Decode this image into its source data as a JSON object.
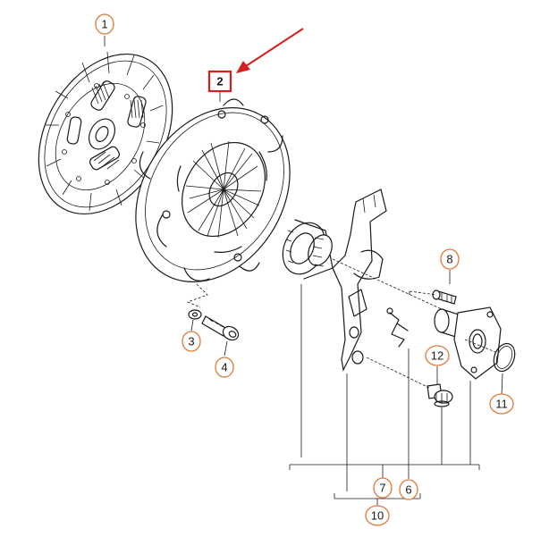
{
  "colors": {
    "callout_ring": "#e07a3c",
    "highlight_box": "#d61f1f",
    "arrow": "#d61f1f",
    "ink": "#1a1a1a"
  },
  "highlighted_part": "2",
  "callouts": [
    {
      "id": "c1",
      "label": "1",
      "part": "clutch-disc"
    },
    {
      "id": "c2",
      "label": "2",
      "part": "pressure-plate"
    },
    {
      "id": "c3",
      "label": "3",
      "part": "washer"
    },
    {
      "id": "c4",
      "label": "4",
      "part": "bolt"
    },
    {
      "id": "c6",
      "label": "6",
      "part": "retaining-spring"
    },
    {
      "id": "c7",
      "label": "7",
      "part": "release-assembly"
    },
    {
      "id": "c8",
      "label": "8",
      "part": "guide-bolt"
    },
    {
      "id": "c10",
      "label": "10",
      "part": "release-fork-assembly"
    },
    {
      "id": "c11",
      "label": "11",
      "part": "o-ring"
    },
    {
      "id": "c12",
      "label": "12",
      "part": "ball-stud"
    }
  ]
}
